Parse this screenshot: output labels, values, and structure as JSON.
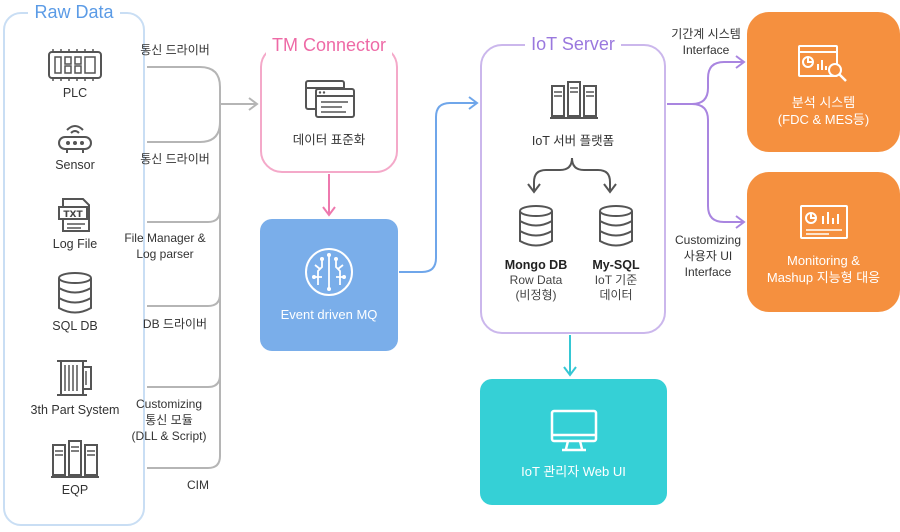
{
  "raw": {
    "title": "Raw Data",
    "sources": [
      {
        "label": "PLC",
        "icon": "plc-icon"
      },
      {
        "label": "Sensor",
        "icon": "sensor-icon"
      },
      {
        "label": "Log File",
        "icon": "txt-file-icon"
      },
      {
        "label": "SQL DB",
        "icon": "database-icon"
      },
      {
        "label": "3th Part System",
        "icon": "rack-icon"
      },
      {
        "label": "EQP",
        "icon": "server-icon"
      }
    ]
  },
  "connectors": {
    "driver1": "통신 드라이버",
    "driver2": "통신 드라이버",
    "file_manager_1": "File Manager &",
    "file_manager_2": "Log parser",
    "db_driver": "DB 드라이버",
    "custom_1": "Customizing",
    "custom_2": "통신 모듈",
    "custom_3": "(DLL & Script)",
    "cim": "CIM"
  },
  "tm": {
    "title": "TM Connector",
    "subtitle": "데이터 표준화"
  },
  "mq": {
    "label": "Event driven MQ"
  },
  "iot": {
    "title": "IoT Server",
    "subtitle": "IoT 서버 플랫폼",
    "mongo": {
      "name": "Mongo DB",
      "line1": "Row Data",
      "line2": "(비정형)"
    },
    "mysql": {
      "name": "My-SQL",
      "line1": "IoT 기준",
      "line2": "데이터"
    }
  },
  "web": {
    "label": "IoT 관리자 Web UI"
  },
  "interfaces": {
    "top_1": "기간계 시스템",
    "top_2": "Interface",
    "bottom_1": "Customizing",
    "bottom_2": "사용자 UI",
    "bottom_3": "Interface"
  },
  "analysis": {
    "line1": "분석 시스템",
    "line2": "(FDC & MES등)"
  },
  "monitoring": {
    "line1": "Monitoring &",
    "line2": "Mashup 지능형 대응"
  },
  "colors": {
    "raw_border": "#c9def4",
    "tm_border": "#f4a9c9",
    "mq_fill": "#7aaeea",
    "iot_border": "#cbb7ec",
    "web_fill": "#35d0d6",
    "output_fill": "#f5903f"
  }
}
